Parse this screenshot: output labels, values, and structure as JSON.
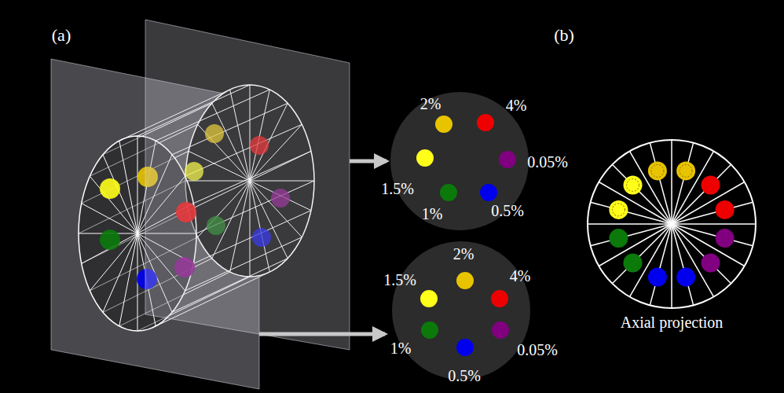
{
  "diagram": {
    "labels": [
      "(a)",
      "2%",
      "4%",
      "0.05%",
      "1.5%",
      "1%",
      "0.5%",
      "2%",
      "1.5%",
      "4%",
      "1%",
      "0.05%",
      "0.5%",
      "(b)",
      "Axial projection"
    ]
  }
}
